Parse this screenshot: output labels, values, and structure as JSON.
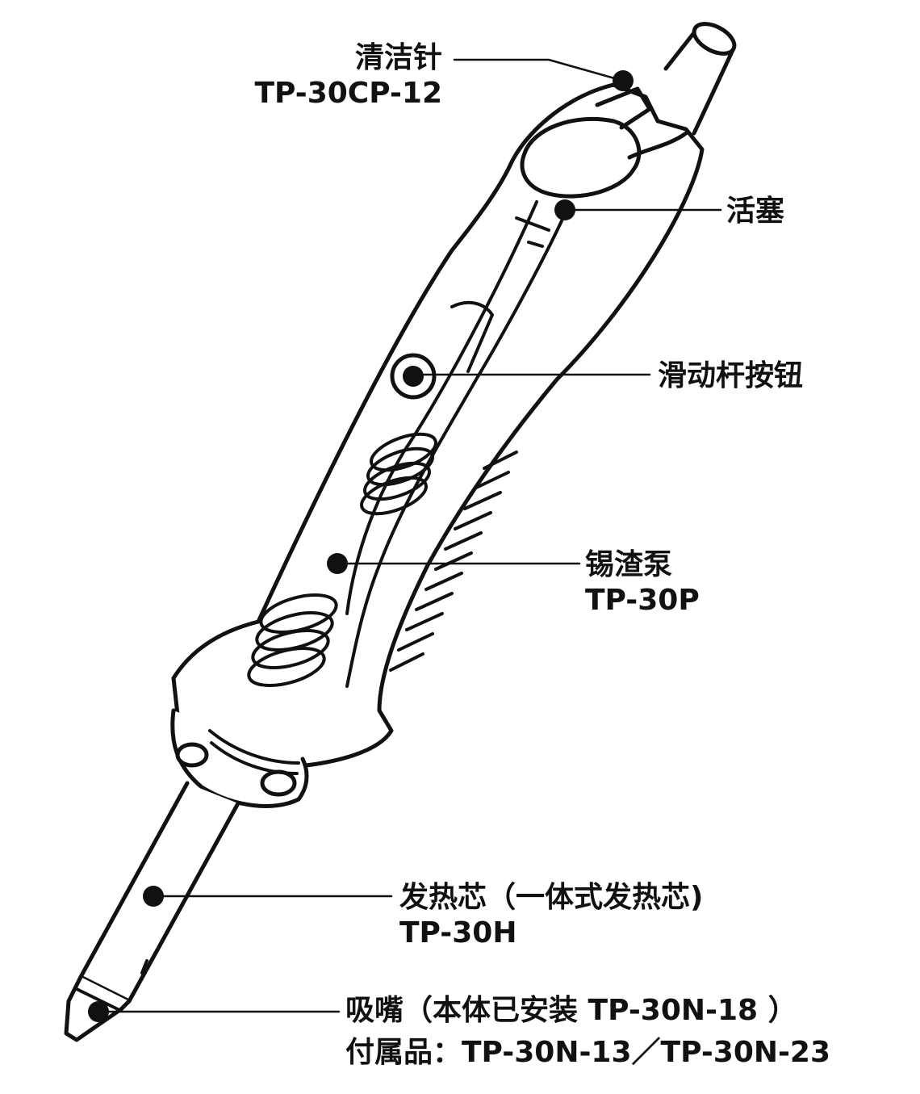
{
  "colors": {
    "ink": "#111111",
    "paper": "#ffffff"
  },
  "labels": {
    "cleaning_pin": {
      "name": "清洁针",
      "model": "TP-30CP-12"
    },
    "piston": {
      "name": "活塞"
    },
    "slider_button": {
      "name": "滑动杆按钮"
    },
    "solder_pump": {
      "name": "锡渣泵",
      "model": "TP-30P"
    },
    "heater": {
      "name": "发热芯（一体式发热芯)",
      "model": "TP-30H"
    },
    "nozzle": {
      "name": "吸嘴（本体已安装 TP-30N-18 ）",
      "accessories": "付属品：TP-30N-13／TP-30N-23"
    }
  }
}
